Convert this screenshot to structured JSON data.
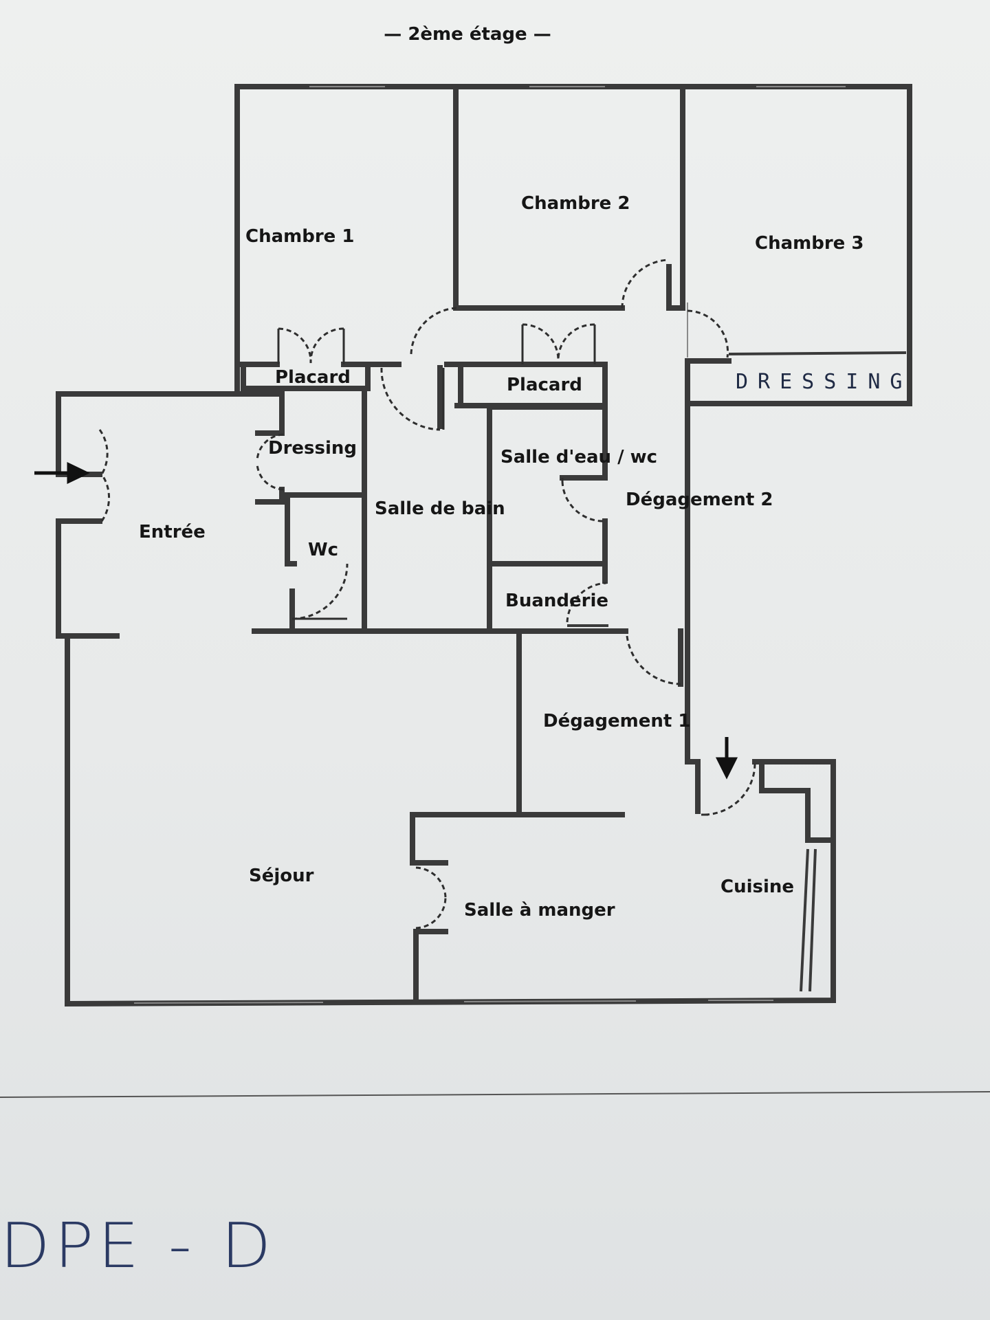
{
  "title": "— 2ème étage —",
  "rooms": {
    "chambre1": "Chambre 1",
    "chambre2": "Chambre 2",
    "chambre3": "Chambre 3",
    "placard1": "Placard",
    "placard2": "Placard",
    "dressing1": "Dressing",
    "dressing2": "DRESSING",
    "entree": "Entrée",
    "wc": "Wc",
    "salle_de_bain": "Salle de bain",
    "salle_eau": "Salle d'eau / wc",
    "degagement2": "Dégagement 2",
    "buanderie": "Buanderie",
    "degagement1": "Dégagement 1",
    "sejour": "Séjour",
    "salle_a_manger": "Salle à manger",
    "cuisine": "Cuisine"
  },
  "annotation": {
    "dpe": "DPE - D"
  }
}
